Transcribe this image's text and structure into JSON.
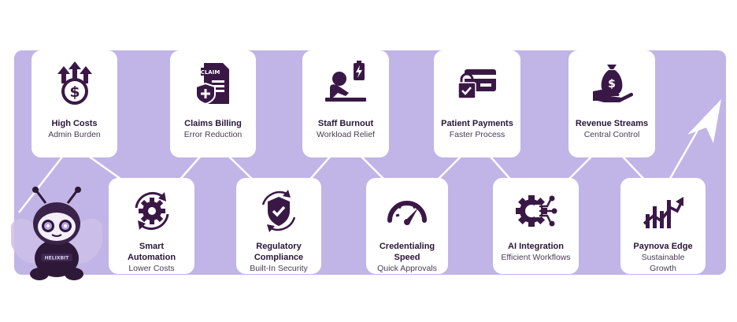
{
  "colors": {
    "band": "#c1b4e6",
    "icon": "#3a1846",
    "text": "#2a1538",
    "card": "#ffffff"
  },
  "mascot": {
    "label": "HELIXBIT"
  },
  "top_cards": [
    {
      "title": "High Costs",
      "subtitle": "Admin Burden",
      "icon": "money-up-arrows-icon"
    },
    {
      "title": "Claims Billing",
      "subtitle": "Error Reduction",
      "icon": "claim-document-icon",
      "icon_text": "CLAIM"
    },
    {
      "title": "Staff Burnout",
      "subtitle": "Workload Relief",
      "icon": "tired-worker-battery-icon"
    },
    {
      "title": "Patient Payments",
      "subtitle": "Faster Process",
      "icon": "card-lock-icon"
    },
    {
      "title": "Revenue Streams",
      "subtitle": "Central Control",
      "icon": "hand-money-bag-icon"
    }
  ],
  "bottom_cards": [
    {
      "title": "Smart Automation",
      "title_lines": [
        "Smart",
        "Automation"
      ],
      "subtitle": "Lower Costs",
      "icon": "gear-cycle-icon"
    },
    {
      "title": "Regulatory Compliance",
      "title_lines": [
        "Regulatory",
        "Compliance"
      ],
      "subtitle": "Built-In Security",
      "icon": "shield-check-icon"
    },
    {
      "title": "Credentialing Speed",
      "title_lines": [
        "Credentialing",
        "Speed"
      ],
      "subtitle": "Quick Approvals",
      "icon": "speedometer-icon"
    },
    {
      "title": "AI Integration",
      "title_lines": [
        "AI Integration"
      ],
      "subtitle": "Efficient Workflows",
      "icon": "ai-gear-circuit-icon"
    },
    {
      "title": "Paynova Edge",
      "title_lines": [
        "Paynova Edge"
      ],
      "subtitle": "Sustainable Growth",
      "subtitle_lines": [
        "Sustainable",
        "Growth"
      ],
      "icon": "growth-chart-icon"
    }
  ]
}
